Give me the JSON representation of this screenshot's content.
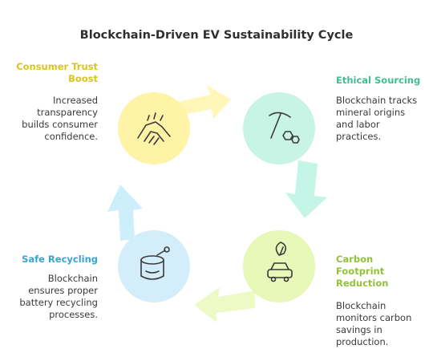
{
  "title": "Blockchain-Driven EV Sustainability Cycle",
  "colors": {
    "yellow": "#fff3a8",
    "yellow_arrow": "#fff6b8",
    "mint": "#c7f4e4",
    "mint_arrow": "#c4f5e6",
    "lime": "#e8f8b9",
    "lime_arrow": "#eefac6",
    "blue": "#d3eefa",
    "blue_arrow": "#cdeefb",
    "title_yellow": "#d9c51d",
    "title_green": "#3fbf92",
    "title_lime": "#92c23a",
    "title_blue": "#3aa4cf",
    "icon_stroke": "#3a3a3a"
  },
  "stages": [
    {
      "title": "Consumer Trust Boost",
      "title_lines": [
        "Consumer Trust",
        "Boost"
      ],
      "desc_lines": [
        "Increased",
        "transparency",
        "builds consumer",
        "confidence."
      ],
      "icon": "handshake-icon"
    },
    {
      "title": "Ethical Sourcing",
      "title_lines": [
        "Ethical Sourcing"
      ],
      "desc_lines": [
        "Blockchain tracks",
        "mineral origins",
        "and labor",
        "practices."
      ],
      "icon": "pickaxe-icon"
    },
    {
      "title": "Carbon Footprint Reduction",
      "title_lines": [
        "Carbon",
        "Footprint",
        "Reduction"
      ],
      "desc_lines": [
        "Blockchain",
        "monitors carbon",
        "savings in",
        "production."
      ],
      "icon": "car-leaf-icon"
    },
    {
      "title": "Safe Recycling",
      "title_lines": [
        "Safe Recycling"
      ],
      "desc_lines": [
        "Blockchain",
        "ensures proper",
        "battery recycling",
        "processes."
      ],
      "icon": "recycle-can-icon"
    }
  ]
}
